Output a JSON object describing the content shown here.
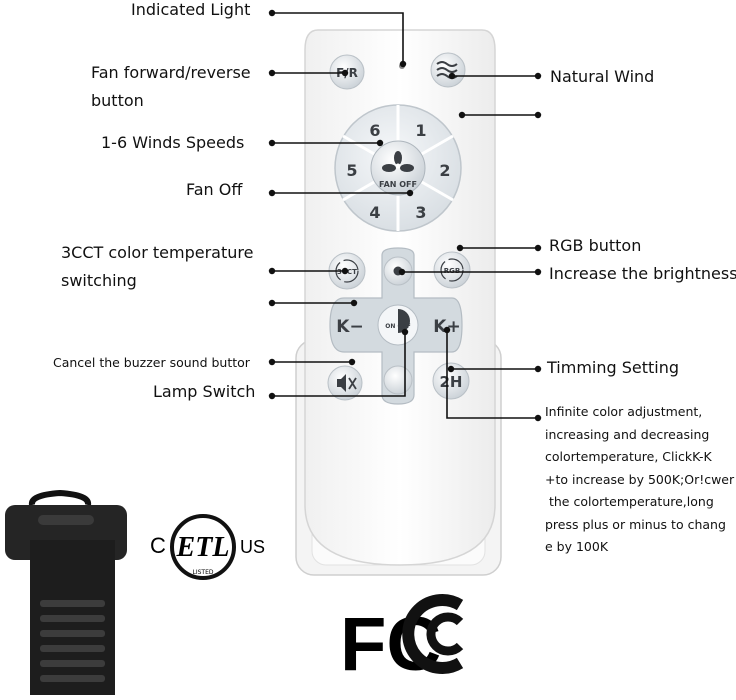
{
  "labels": {
    "indicated_light": "Indicated Light",
    "fan_forward_reverse": "Fan forward/reverse\nbutton",
    "natural_wind": "Natural Wind",
    "wind_speeds": "1-6 Winds Speeds",
    "fan_off": "Fan Off",
    "cct_switching": "3CCT color temperature\nswitching",
    "rgb_button": "RGB button",
    "increase_brightness": "Increase the brightness",
    "cancel_buzzer": "Cancel the buzzer sound buttor",
    "timing_setting": "Timming Setting",
    "lamp_switch": "Lamp Switch",
    "infinite_color": "Infinite color adjustment,\nincreasing and decreasing\ncolortemperature, ClickK-K\n+to increase by 500K;Or!cwer\n the colortemperature,long\npress plus or minus to chang\ne by 100K"
  },
  "remote_buttons": {
    "fr": "F/R",
    "speeds": [
      "1",
      "2",
      "3",
      "4",
      "5",
      "6"
    ],
    "fan_off": "FAN OFF",
    "cct": "3CCT",
    "rgb": "RGB",
    "k_minus": "K−",
    "k_plus": "K+",
    "on_off": "ON OFF",
    "timer": "2H"
  },
  "cert": {
    "c": "C",
    "etl": "ETL",
    "us": "US",
    "listed": "LISTED",
    "fcc": "FC"
  }
}
